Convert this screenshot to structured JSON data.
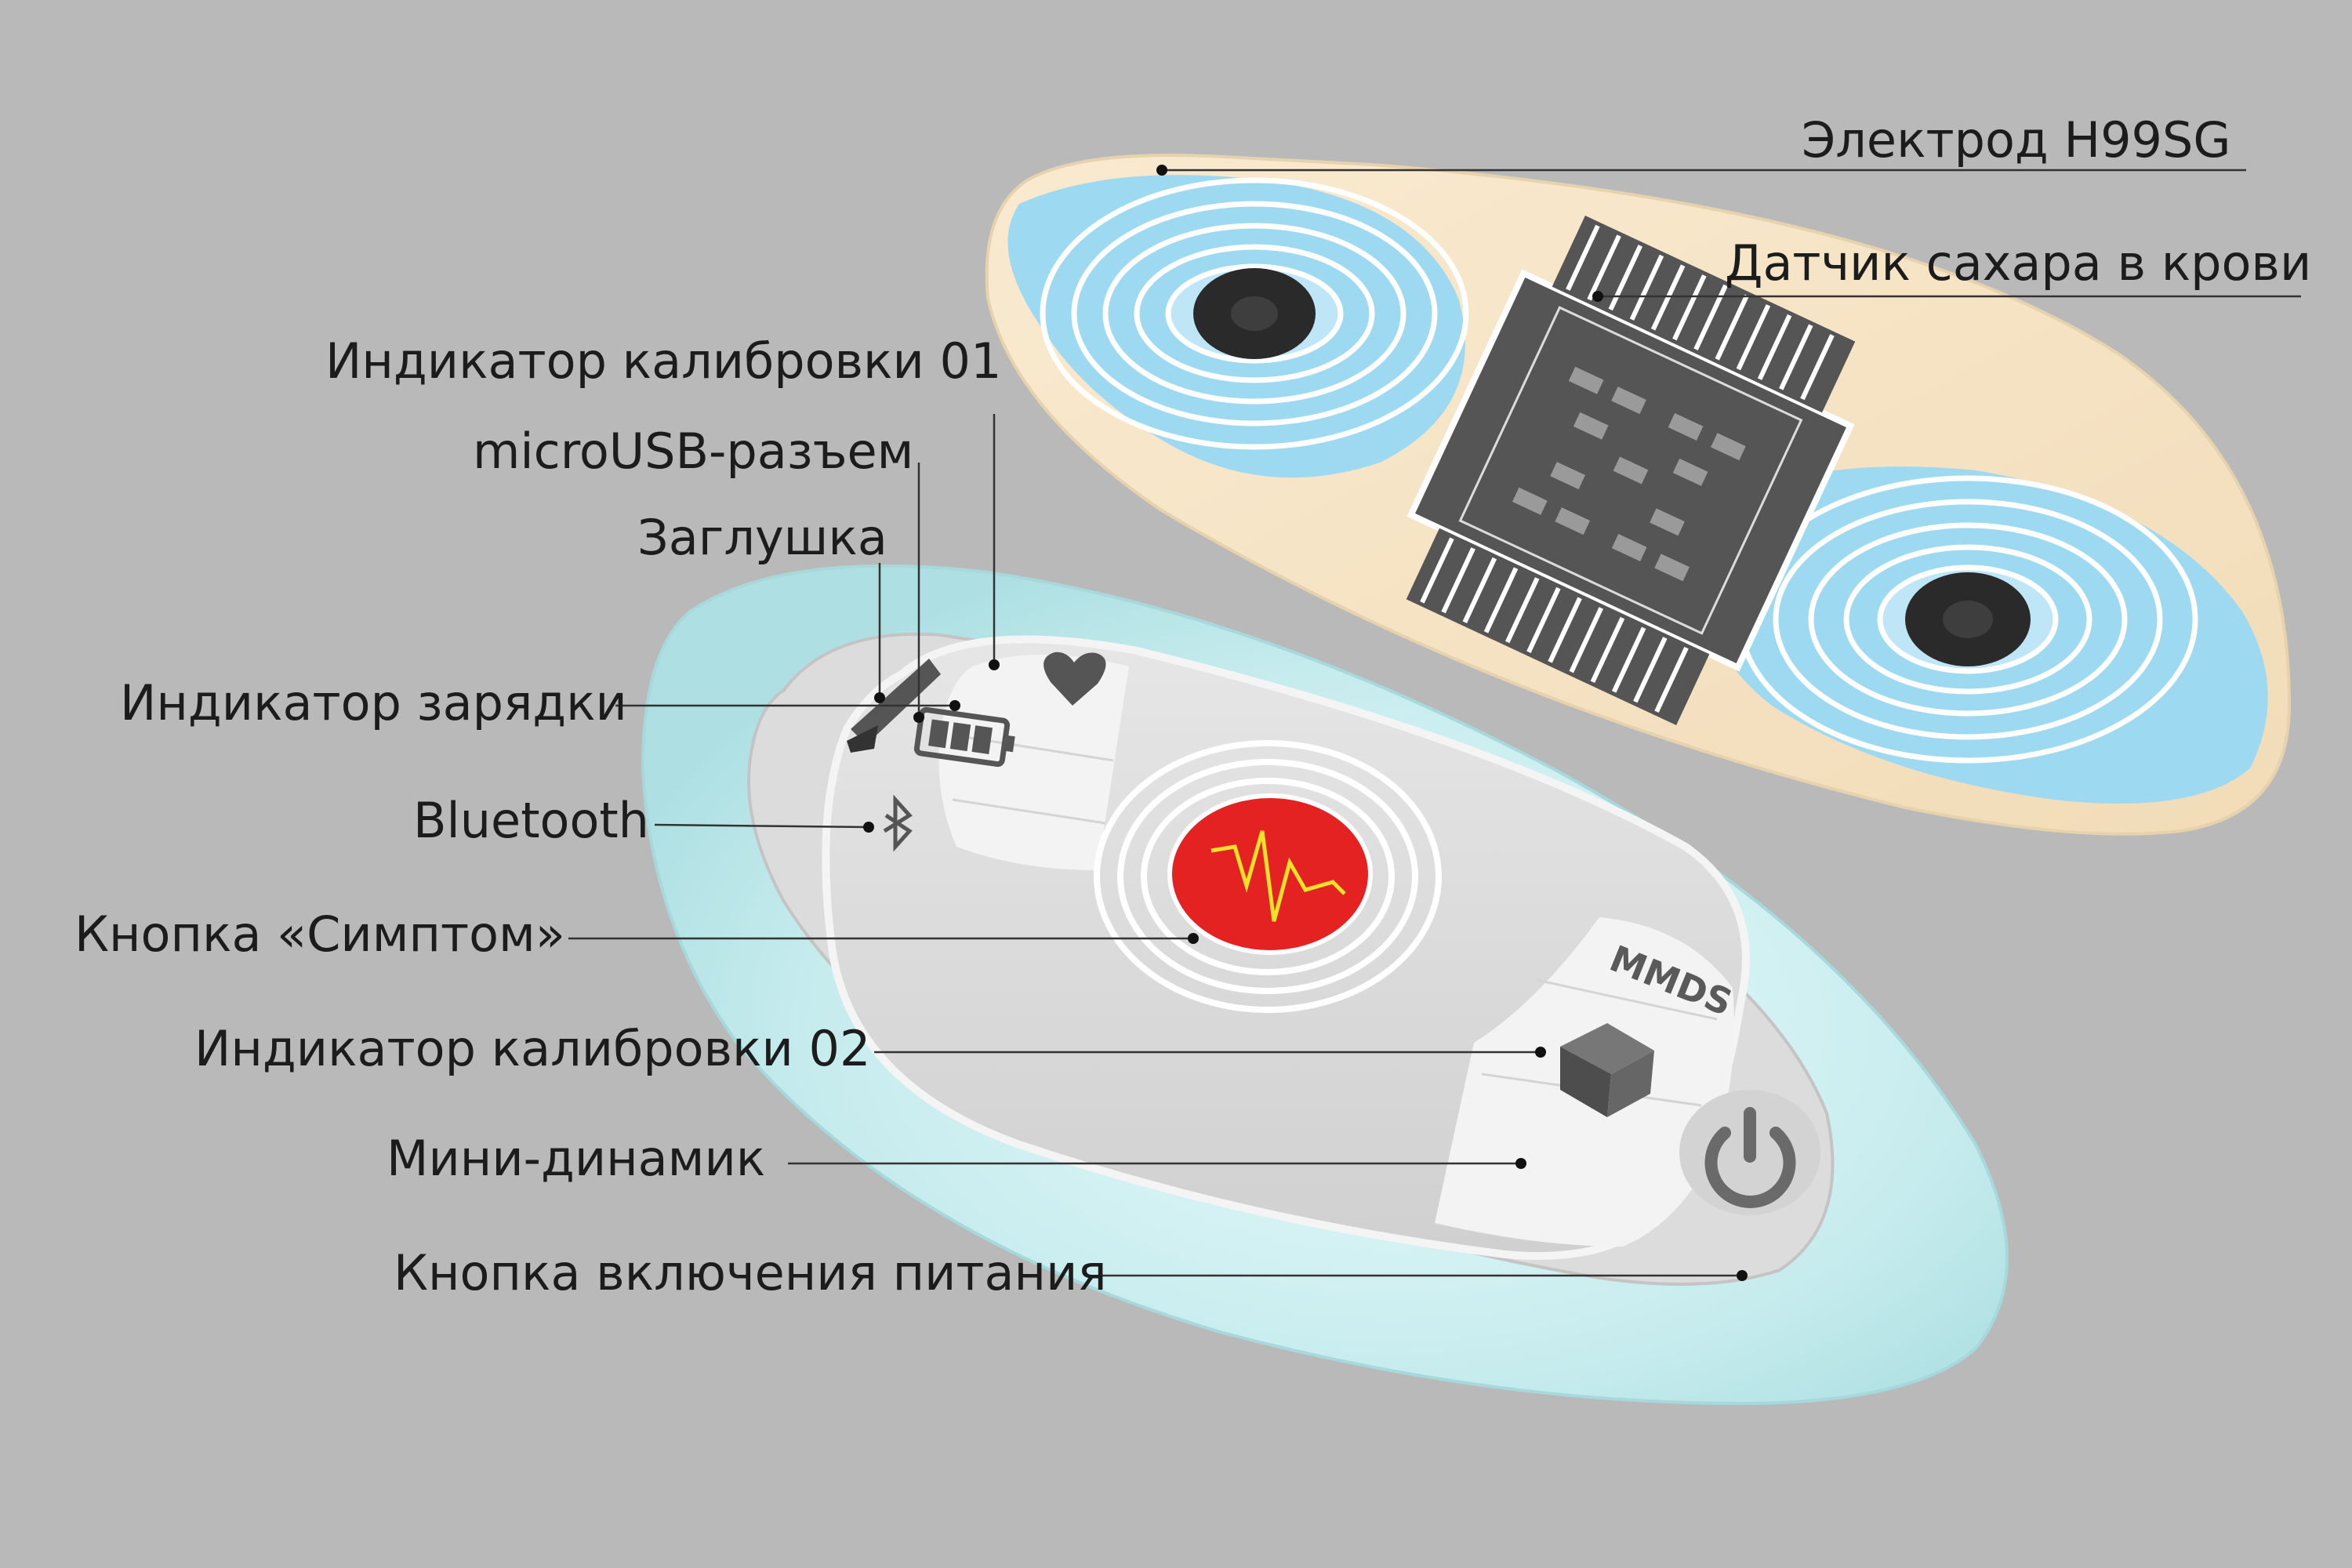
{
  "labels": {
    "electrode": "Электрод H99SG",
    "glucose_sensor": "Датчик сахара в крови",
    "calibration_01": "Индикатор калибровки 01",
    "micro_usb": "microUSB-разъем",
    "plug": "Заглушка",
    "charge_indicator": "Индикатор зарядки",
    "bluetooth": "Bluetooth",
    "symptom_button": "Кнопка «Симптом»",
    "calibration_02": "Индикатор калибровки 02",
    "mini_speaker": "Мини-динамик",
    "power_button": "Кнопка включения питания"
  },
  "device": {
    "brand": "MMDS"
  },
  "colors": {
    "background": "#b9b9b9",
    "electrode_pad": "#f6e3c4",
    "electrode_ring": "#8fd3f0",
    "housing": "#cdeff0",
    "symptom_red": "#e42222",
    "ecg_yellow": "#f0e12a",
    "leader_line": "#333333"
  },
  "icons": [
    "heart-icon",
    "battery-icon",
    "bluetooth-icon",
    "power-icon",
    "ecg-wave-icon",
    "cube-icon"
  ]
}
